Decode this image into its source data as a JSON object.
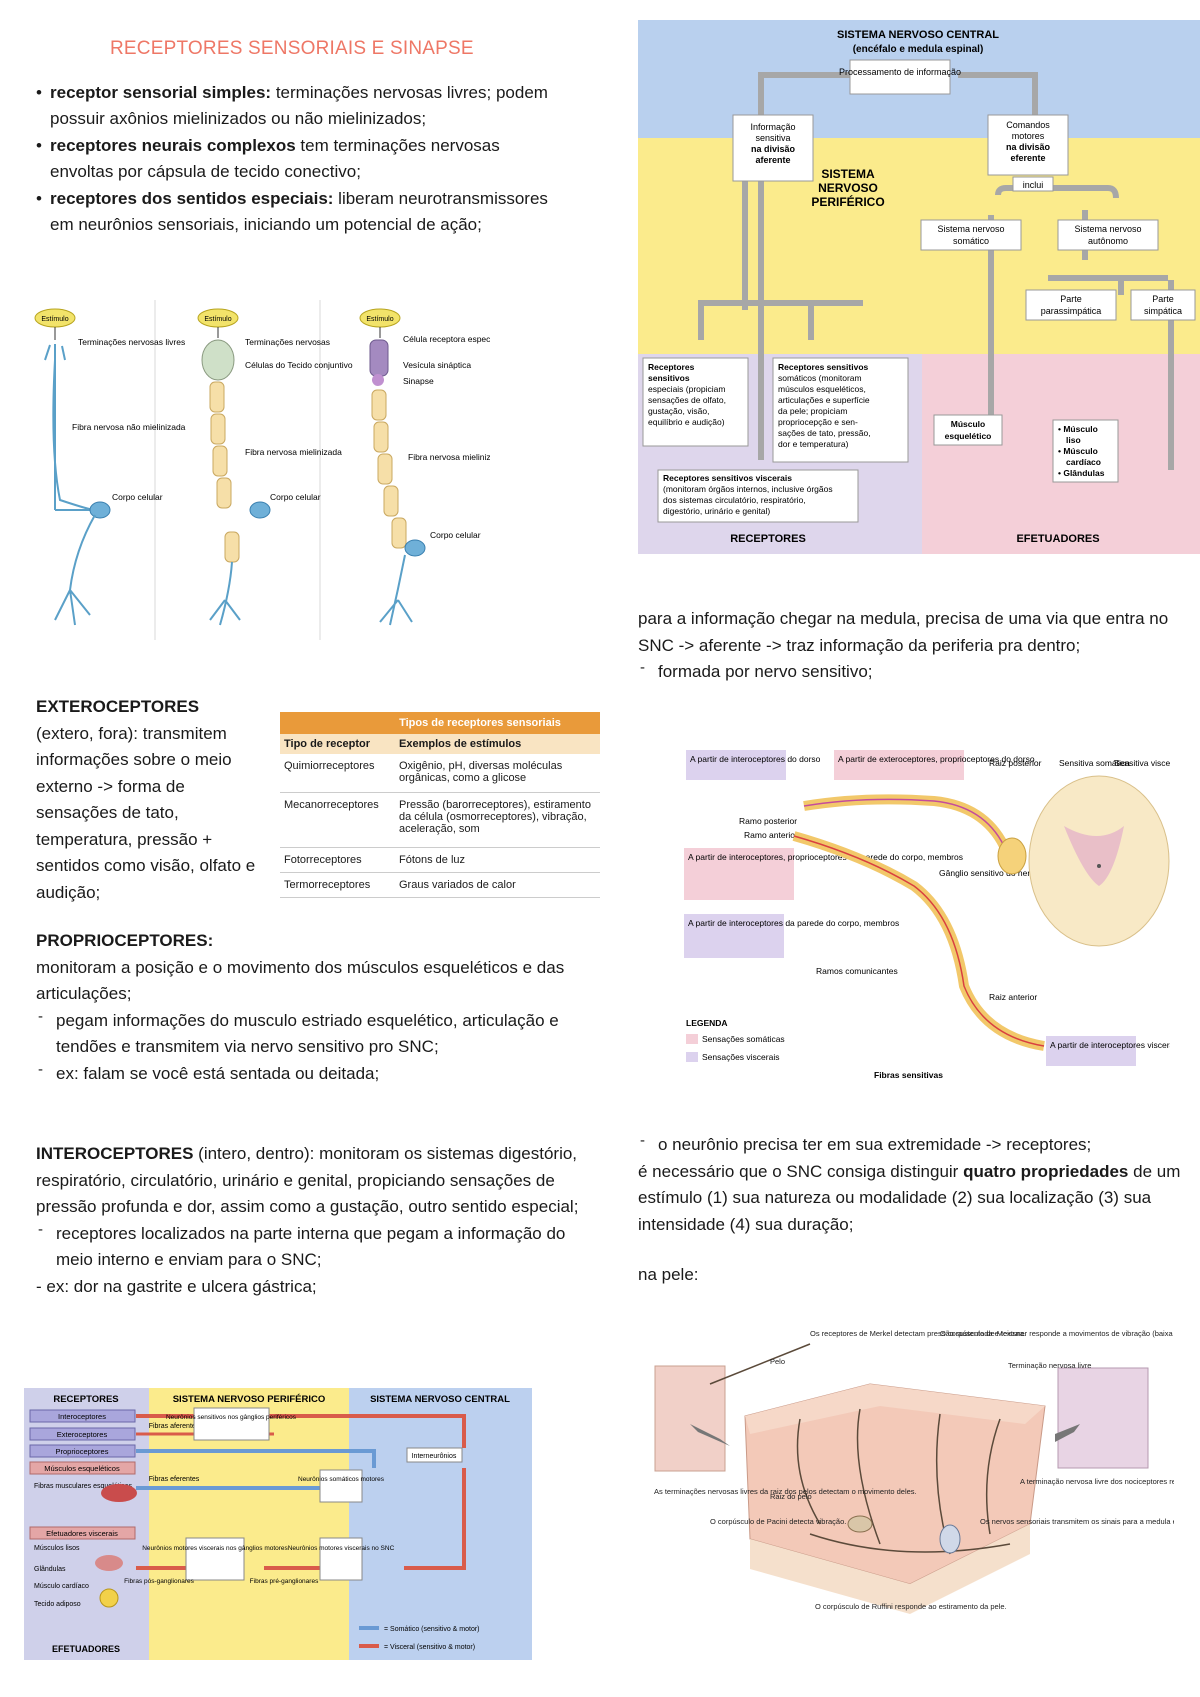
{
  "title": "RECEPTORES SENSORIAIS E SINAPSE",
  "intro_bullets": [
    {
      "bold": "receptor sensorial simples:",
      "text": " terminações nervosas livres; podem possuir axônios mielinizados ou não mielinizados;"
    },
    {
      "bold": "receptores neurais complexos",
      "text": " tem terminações nervosas envoltas por cápsula de tecido conectivo;"
    },
    {
      "bold": "receptores dos sentidos especiais:",
      "text": " liberam neurotransmissores em neurônios sensoriais, iniciando um potencial de ação;"
    }
  ],
  "neuron_fig": {
    "stimulus": "Estímulo",
    "n1": [
      "Terminações nervosas livres",
      "Fibra nervosa não mielinizada",
      "Corpo celular"
    ],
    "n2": [
      "Terminações nervosas",
      "Células do Tecido conjuntivo",
      "Fibra nervosa mielinizada",
      "Corpo celular"
    ],
    "n3": [
      "Célula receptora especializada",
      "Vesícula sináptica",
      "Sinapse",
      "Fibra nervosa mielinizada",
      "Corpo celular"
    ]
  },
  "extero": {
    "heading": "EXTEROCEPTORES",
    "text": "(extero, fora): transmitem informações sobre o meio externo -> forma de sensações de tato, temperatura, pressão + sentidos como visão, olfato e audição;"
  },
  "receptor_table": {
    "title": "Tipos de receptores sensoriais",
    "headers": [
      "Tipo de receptor",
      "Exemplos de estímulos"
    ],
    "rows": [
      [
        "Quimiorreceptores",
        "Oxigênio, pH, diversas moléculas orgânicas, como a glicose"
      ],
      [
        "Mecanorreceptores",
        "Pressão (barorreceptores), estiramento da célula (osmorreceptores), vibração, aceleração, som"
      ],
      [
        "Fotorreceptores",
        "Fótons de luz"
      ],
      [
        "Termorreceptores",
        "Graus variados de calor"
      ]
    ]
  },
  "proprio": {
    "heading": "PROPRIOCEPTORES:",
    "text": "monitoram a posição e o movimento dos músculos esqueléticos e das articulações;",
    "dashes": [
      "pegam informações do musculo estriado esquelético, articulação e tendões e transmitem via nervo sensitivo pro SNC;",
      "ex: falam se você está sentada ou deitada;"
    ]
  },
  "intero": {
    "heading": "INTEROCEPTORES",
    "text": " (intero, dentro): monitoram os sistemas digestório, respiratório, circulatório, urinário e genital, propiciando sensações de pressão profunda e dor, assim como a gustação, outro sentido especial;",
    "dash": "receptores localizados na parte interna que pegam a informação do meio interno e enviam para o SNC;",
    "ex": "- ex: dor na gastrite e ulcera gástrica;"
  },
  "flow": {
    "col_headers": [
      "RECEPTORES",
      "SISTEMA NERVOSO PERIFÉRICO",
      "SISTEMA NERVOSO CENTRAL"
    ],
    "receptor_boxes": [
      "Interoceptores",
      "Exteroceptores",
      "Proprioceptores"
    ],
    "muscle_box": "Músculos esqueléticos",
    "muscle_label": "Fibras musculares esqueléticas",
    "visceral_box": "Efetuadores viscerais",
    "visceral_items": [
      "Músculos lisos",
      "Glândulas",
      "Músculo cardíaco",
      "Tecido adiposo"
    ],
    "footer": "EFETUADORES",
    "fibras_aferentes": "Fibras aferentes",
    "fibras_eferentes": "Fibras eferentes",
    "sens_ganglia": "Neurônios sensitivos nos gânglios periféricos",
    "interneuronios": "Interneurônios",
    "somatic_motor": "Neurônios somáticos motores",
    "visceral_motor": "Neurônios motores viscerais no SNC",
    "visceral_ganglia": "Neurônios motores viscerais nos gânglios motores",
    "fibras_pos": "Fibras pós-ganglionares",
    "fibras_pre": "Fibras pré-ganglionares",
    "legend_somatic": "= Somático (sensitivo & motor)",
    "legend_visceral": "= Visceral (sensitivo & motor)"
  },
  "sn_diagram": {
    "snc_title": "SISTEMA NERVOSO CENTRAL",
    "snc_sub": "(encéfalo e medula espinal)",
    "processing": "Processamento de informação",
    "afferent": [
      "Informação",
      "sensitiva",
      "na divisão",
      "aferente"
    ],
    "efferent": [
      "Comandos",
      "motores",
      "na divisão",
      "eferente"
    ],
    "snp_title": [
      "SISTEMA",
      "NERVOSO",
      "PERIFÉRICO"
    ],
    "inclui": "inclui",
    "somatic": [
      "Sistema nervoso",
      "somático"
    ],
    "autonomic": [
      "Sistema nervoso",
      "autônomo"
    ],
    "parasymp": [
      "Parte",
      "parassimpática"
    ],
    "symp": [
      "Parte",
      "simpática"
    ],
    "rec_special": [
      "Receptores",
      "sensitivos",
      "especiais (propiciam",
      "sensações de olfato,",
      "gustação, visão,",
      "equilíbrio e audição)"
    ],
    "rec_somatic": [
      "Receptores sensitivos",
      "somáticos (monitoram",
      "músculos esqueléticos,",
      "articulações e superfície",
      "da pele; propiciam",
      "propriocepção e sen-",
      "sações de tato, pressão,",
      "dor e temperatura)"
    ],
    "rec_visceral": [
      "Receptores sensitivos viscerais",
      "(monitoram órgãos internos, inclusive órgãos",
      "dos sistemas circulatório, respiratório,",
      "digestório, urinário e genital)"
    ],
    "skeletal": [
      "Músculo",
      "esquelético"
    ],
    "effectors": [
      "• Músculo",
      "liso",
      "• Músculo",
      "cardíaco",
      "• Glândulas"
    ],
    "receptores_label": "RECEPTORES",
    "efetuadores_label": "EFETUADORES"
  },
  "right_text1": "para a informação chegar na medula, precisa de uma via que entra no SNC -> aferente -> traz informação da periferia pra dentro;",
  "right_dash1": "formada por nervo sensitivo;",
  "spinal": {
    "dorso": "A partir de interoceptores do dorso",
    "extero": "A partir de exteroceptores, proprioceptores do dorso",
    "raiz_post": "Raiz posterior",
    "sens_som": "Sensitiva somática",
    "sens_visc": "Sensitiva visceral",
    "ramo_post": "Ramo posterior",
    "ramo_ant": "Ramo anterior",
    "intero_parede": "A partir de interoceptores, proprioceptores da parede do corpo, membros",
    "ganglio": "Gânglio sensitivo do nervo espinal",
    "intero_parede2": "A partir de interoceptores da parede do corpo, membros",
    "ramos_com": "Ramos comunicantes",
    "raiz_ant": "Raiz anterior",
    "legenda": "LEGENDA",
    "leg_som": "Sensações somáticas",
    "leg_visc": "Sensações viscerais",
    "intero_visc": "A partir de interoceptores viscerais",
    "fibras": "Fibras sensitivas"
  },
  "right_dash2": "o neurônio precisa ter em sua extremidade -> receptores;",
  "right_text2_a": "é necessário que o SNC consiga distinguir ",
  "right_text2_bold": "quatro propriedades",
  "right_text2_b": " de um estímulo (1) sua natureza ou modalidade (2) sua localização (3) sua intensidade (4) sua duração;",
  "na_pele": "na pele:",
  "skin": {
    "merkel": "Os receptores de Merkel detectam pressão sustentada e textura.",
    "meissner": "O corpúsculo de Meissner responde a movimentos de vibração (baixa frequência) e toque leve.",
    "pelo": "Pelo",
    "livre": "Terminação nervosa livre",
    "raiz_terms": "As terminações nervosas livres da raiz dos pelos detectam o movimento deles.",
    "raiz_pelo": "Raiz do pelo",
    "pacini": "O corpúsculo de Pacini detecta vibração.",
    "nociceptor": "A terminação nervosa livre dos nociceptores responde a estímulos nocivos.",
    "nervos": "Os nervos sensoriais transmitem os sinais para a medula espinal.",
    "ruffini": "O corpúsculo de Ruffini responde ao estiramento da pele."
  }
}
